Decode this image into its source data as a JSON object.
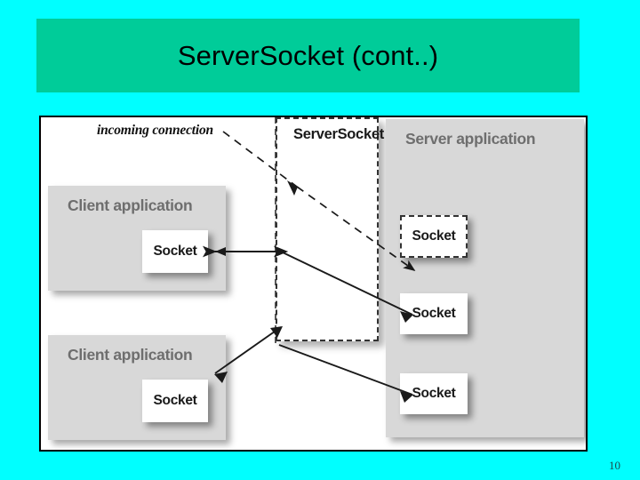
{
  "slide": {
    "page_number": "10",
    "background_color": "#00FFFF",
    "title_band_color": "#00CC99",
    "title": "ServerSocket (cont..)"
  },
  "diagram": {
    "caption": "incoming connection",
    "serversocket": {
      "label": "ServerSocket",
      "border_style": "dashed"
    },
    "server_application": {
      "label": "Server application",
      "box_color": "#D8D8D8",
      "sockets": [
        {
          "label": "Socket",
          "border_style": "dashed"
        },
        {
          "label": "Socket",
          "border_style": "solid"
        },
        {
          "label": "Socket",
          "border_style": "solid"
        }
      ]
    },
    "client_applications": [
      {
        "label": "Client application",
        "box_color": "#D8D8D8",
        "socket": {
          "label": "Socket",
          "border_style": "solid"
        }
      },
      {
        "label": "Client application",
        "box_color": "#D8D8D8",
        "socket": {
          "label": "Socket",
          "border_style": "solid"
        }
      }
    ]
  }
}
